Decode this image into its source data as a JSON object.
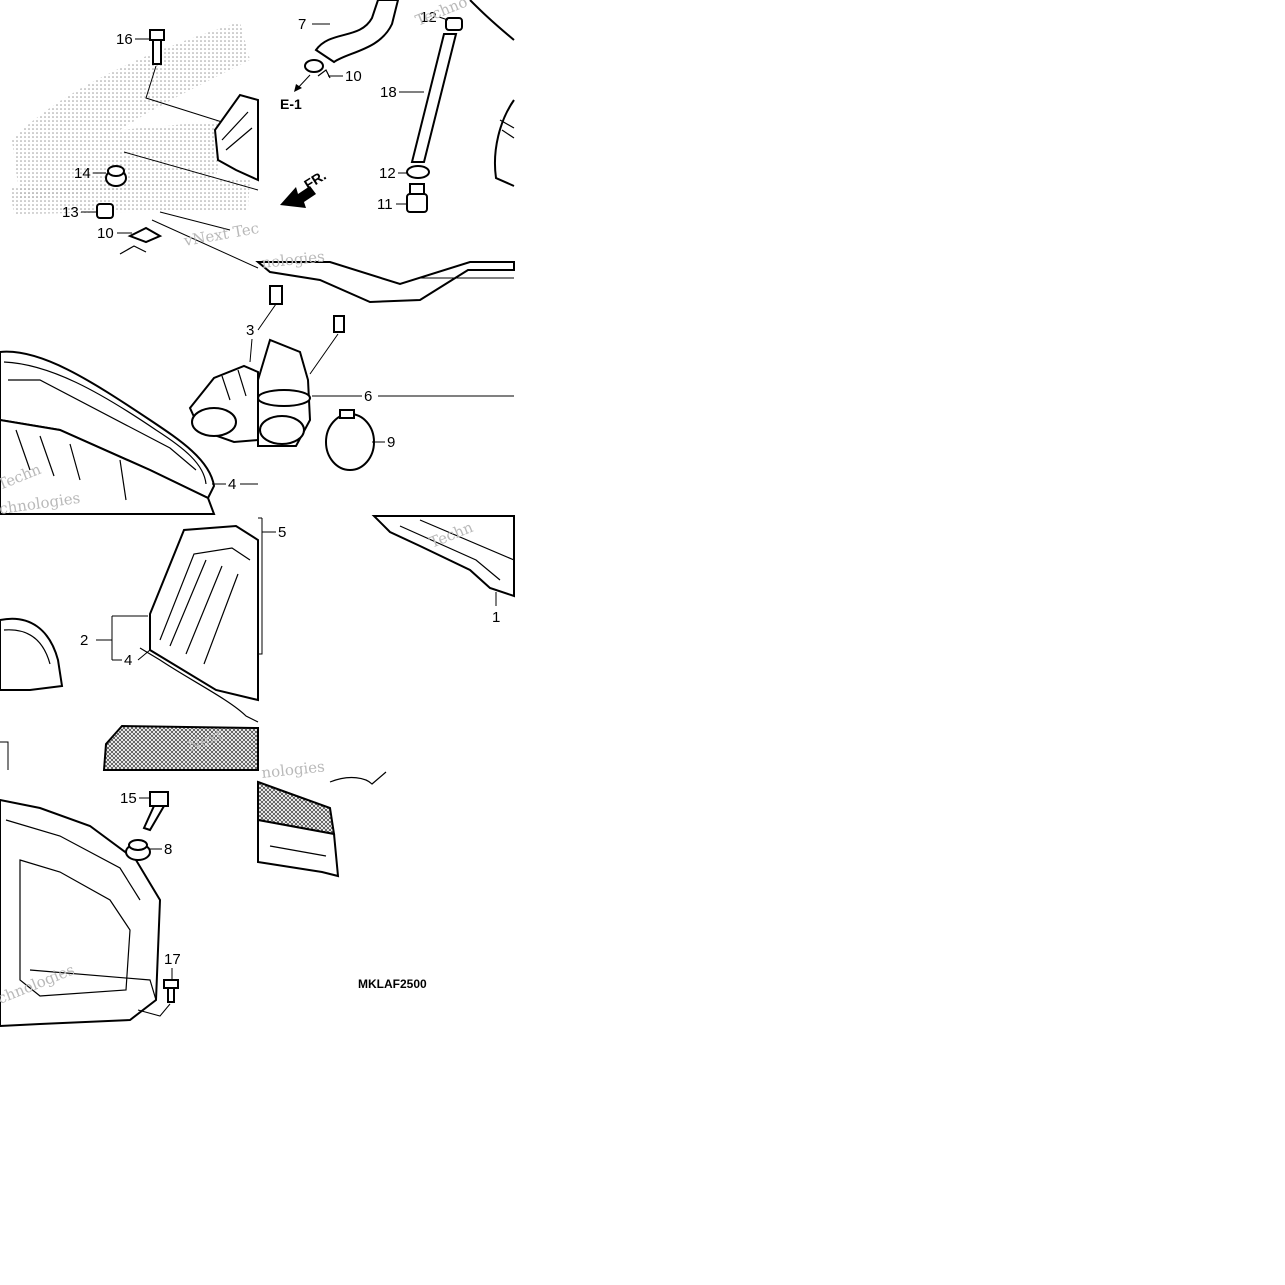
{
  "diagram": {
    "part_numbers": {
      "p1": "1",
      "p2": "2",
      "p3": "3",
      "p4a": "4",
      "p4b": "4",
      "p5": "5",
      "p6": "6",
      "p7": "7",
      "p8": "8",
      "p9": "9",
      "p10a": "10",
      "p10b": "10",
      "p11": "11",
      "p12a": "12",
      "p12b": "12",
      "p13": "13",
      "p14": "14",
      "p15": "15",
      "p16": "16",
      "p17": "17",
      "p18": "18"
    },
    "reference_label": "E-1",
    "direction_label": "FR.",
    "diagram_code": "MKLAF2500",
    "watermarks": {
      "w1": "vNext Tec",
      "w2": "nologies",
      "w3": "Techno",
      "w4": "chnologies",
      "w5": "Techn",
      "w6": "Next",
      "w7": "nologies",
      "w8": "Techn",
      "w9": "chnologies"
    }
  }
}
